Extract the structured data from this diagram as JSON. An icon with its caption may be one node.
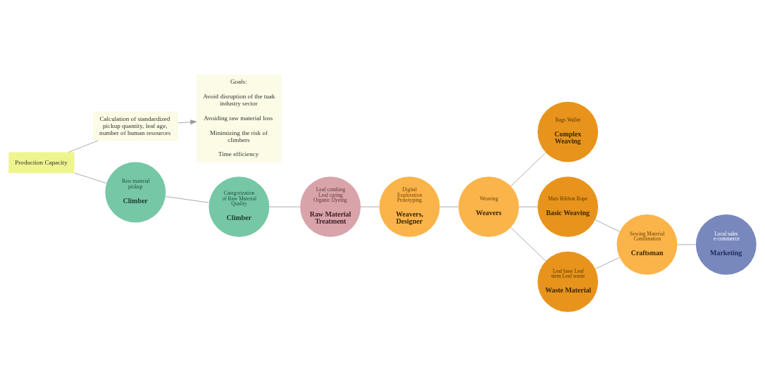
{
  "diagram": {
    "nodes": [
      {
        "text": [
          "Production Capacity"
        ]
      },
      {
        "text": [
          "Calculation of standardized pickup quantity, leaf age, number of human resources"
        ]
      },
      {
        "text": [
          "Goals:",
          "Avoid disruption of the tuak industry sector",
          "Avoiding raw material loss",
          "Minimizing the risk of climbers",
          "Time efficiency"
        ]
      },
      {
        "text": [
          "Raw material pickup",
          "Climber"
        ]
      },
      {
        "text": [
          "Categorization of Raw Material Quality",
          "Climber"
        ]
      },
      {
        "text": [
          "Leaf combing Leaf curing Organic Dyeing",
          "Raw Material Treatment"
        ]
      },
      {
        "text": [
          "Digital Exploration Prototyping",
          "Weavers, Designer"
        ]
      },
      {
        "text": [
          "Weaving",
          "Weavers"
        ]
      },
      {
        "text": [
          "Bags Wallet",
          "Complex Weaving"
        ]
      },
      {
        "text": [
          "Mats Ribbon Rope",
          "Basic Weaving"
        ]
      },
      {
        "text": [
          "Leaf base Leaf stem Leaf waste",
          "Waste Material"
        ]
      },
      {
        "text": [
          "Sewing Material Combination",
          "Craftsman"
        ]
      },
      {
        "text": [
          "Local sales e-commerce",
          "Marketing"
        ]
      }
    ],
    "edges": [
      {
        "from": 0,
        "to": 1,
        "arrow": "none"
      },
      {
        "from": 1,
        "to": 2,
        "arrow": "to"
      },
      {
        "from": 0,
        "to": 3,
        "arrow": "none"
      },
      {
        "from": 3,
        "to": 4,
        "arrow": "none"
      },
      {
        "from": 4,
        "to": 5,
        "arrow": "none"
      },
      {
        "from": 5,
        "to": 6,
        "arrow": "none"
      },
      {
        "from": 6,
        "to": 7,
        "arrow": "none"
      },
      {
        "from": 7,
        "to": 8,
        "arrow": "none"
      },
      {
        "from": 7,
        "to": 9,
        "arrow": "none"
      },
      {
        "from": 7,
        "to": 10,
        "arrow": "none"
      },
      {
        "from": 9,
        "to": 11,
        "arrow": "none"
      },
      {
        "from": 10,
        "to": 11,
        "arrow": "none"
      },
      {
        "from": 11,
        "to": 12,
        "arrow": "none"
      }
    ]
  }
}
